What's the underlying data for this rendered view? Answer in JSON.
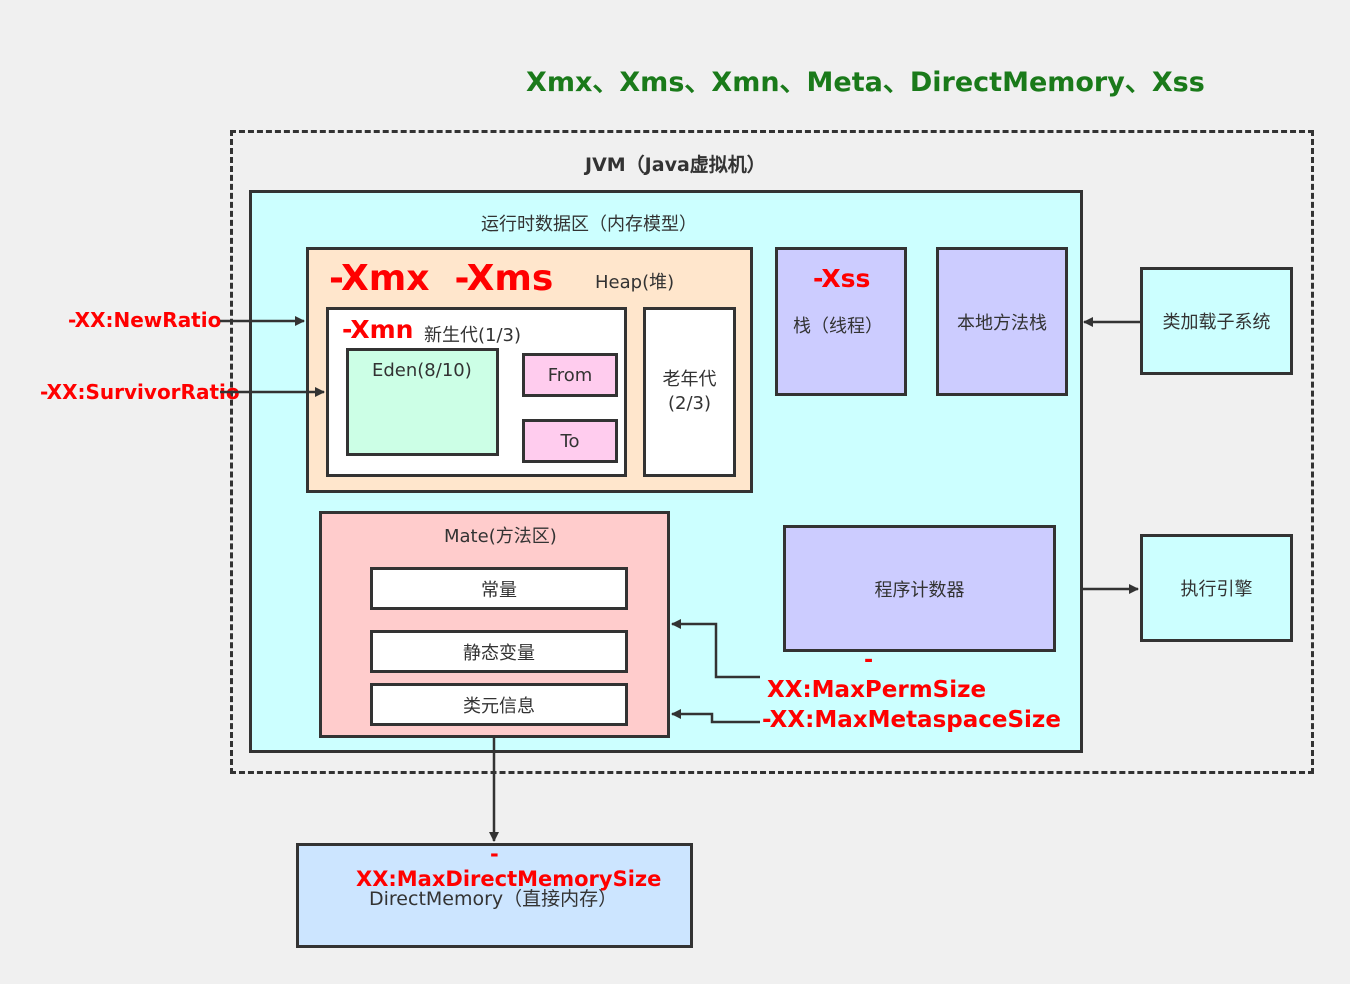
{
  "header": {
    "title": "Xmx、Xms、Xmn、Meta、DirectMemory、Xss"
  },
  "jvm": {
    "title": "JVM（Java虚拟机）"
  },
  "runtime": {
    "title": "运行时数据区（内存模型）"
  },
  "heap": {
    "title": "Heap(堆)",
    "params": "-Xmx  -Xms",
    "young": {
      "param": "-Xmn",
      "title": "新生代(1/3)",
      "eden": "Eden(8/10)",
      "from": "From",
      "to": "To"
    },
    "old": {
      "line1": "老年代",
      "line2": "(2/3)"
    }
  },
  "stack": {
    "param": "-Xss",
    "title": "栈（线程）"
  },
  "native_stack": {
    "title": "本地方法栈"
  },
  "classloader": {
    "title": "类加载子系统"
  },
  "meta": {
    "title": "Mate(方法区)",
    "items": [
      "常量",
      "静态变量",
      "类元信息"
    ]
  },
  "pc": {
    "title": "程序计数器"
  },
  "engine": {
    "title": "执行引擎"
  },
  "params_left": {
    "new_ratio": "-XX:NewRatio",
    "survivor_ratio": "-XX:SurvivorRatio"
  },
  "params_meta": {
    "perm_dash": "-",
    "perm": "XX:MaxPermSize",
    "metaspace": "-XX:MaxMetaspaceSize"
  },
  "direct": {
    "dash": "-",
    "param": "XX:MaxDirectMemorySize",
    "title": "DirectMemory（直接内存）"
  },
  "colors": {
    "runtime_bg": "#ccffff",
    "heap_bg": "#ffe6cc",
    "eden_bg": "#ccffe6",
    "survivor_bg": "#ffccee",
    "stack_bg": "#ccccff",
    "meta_bg": "#ffcccc",
    "direct_bg": "#cce5ff",
    "param_red": "#ff0000",
    "header_green": "#1a7a1a"
  }
}
